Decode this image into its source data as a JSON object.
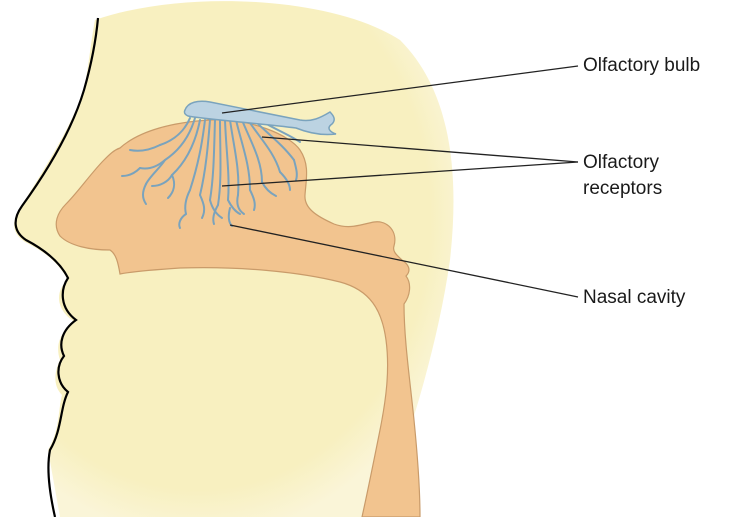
{
  "labels": {
    "olfactory_bulb": "Olfactory bulb",
    "olfactory_receptors_line1": "Olfactory",
    "olfactory_receptors_line2": "receptors",
    "nasal_cavity": "Nasal cavity"
  },
  "colors": {
    "skin": "#f8f0c0",
    "cavity": "#f2c48f",
    "cavity_outline": "#c99b6a",
    "nerve": "#7aa3bd",
    "nerve_light": "#bcd3e2",
    "outline": "#000000",
    "leader_line": "#222222"
  }
}
